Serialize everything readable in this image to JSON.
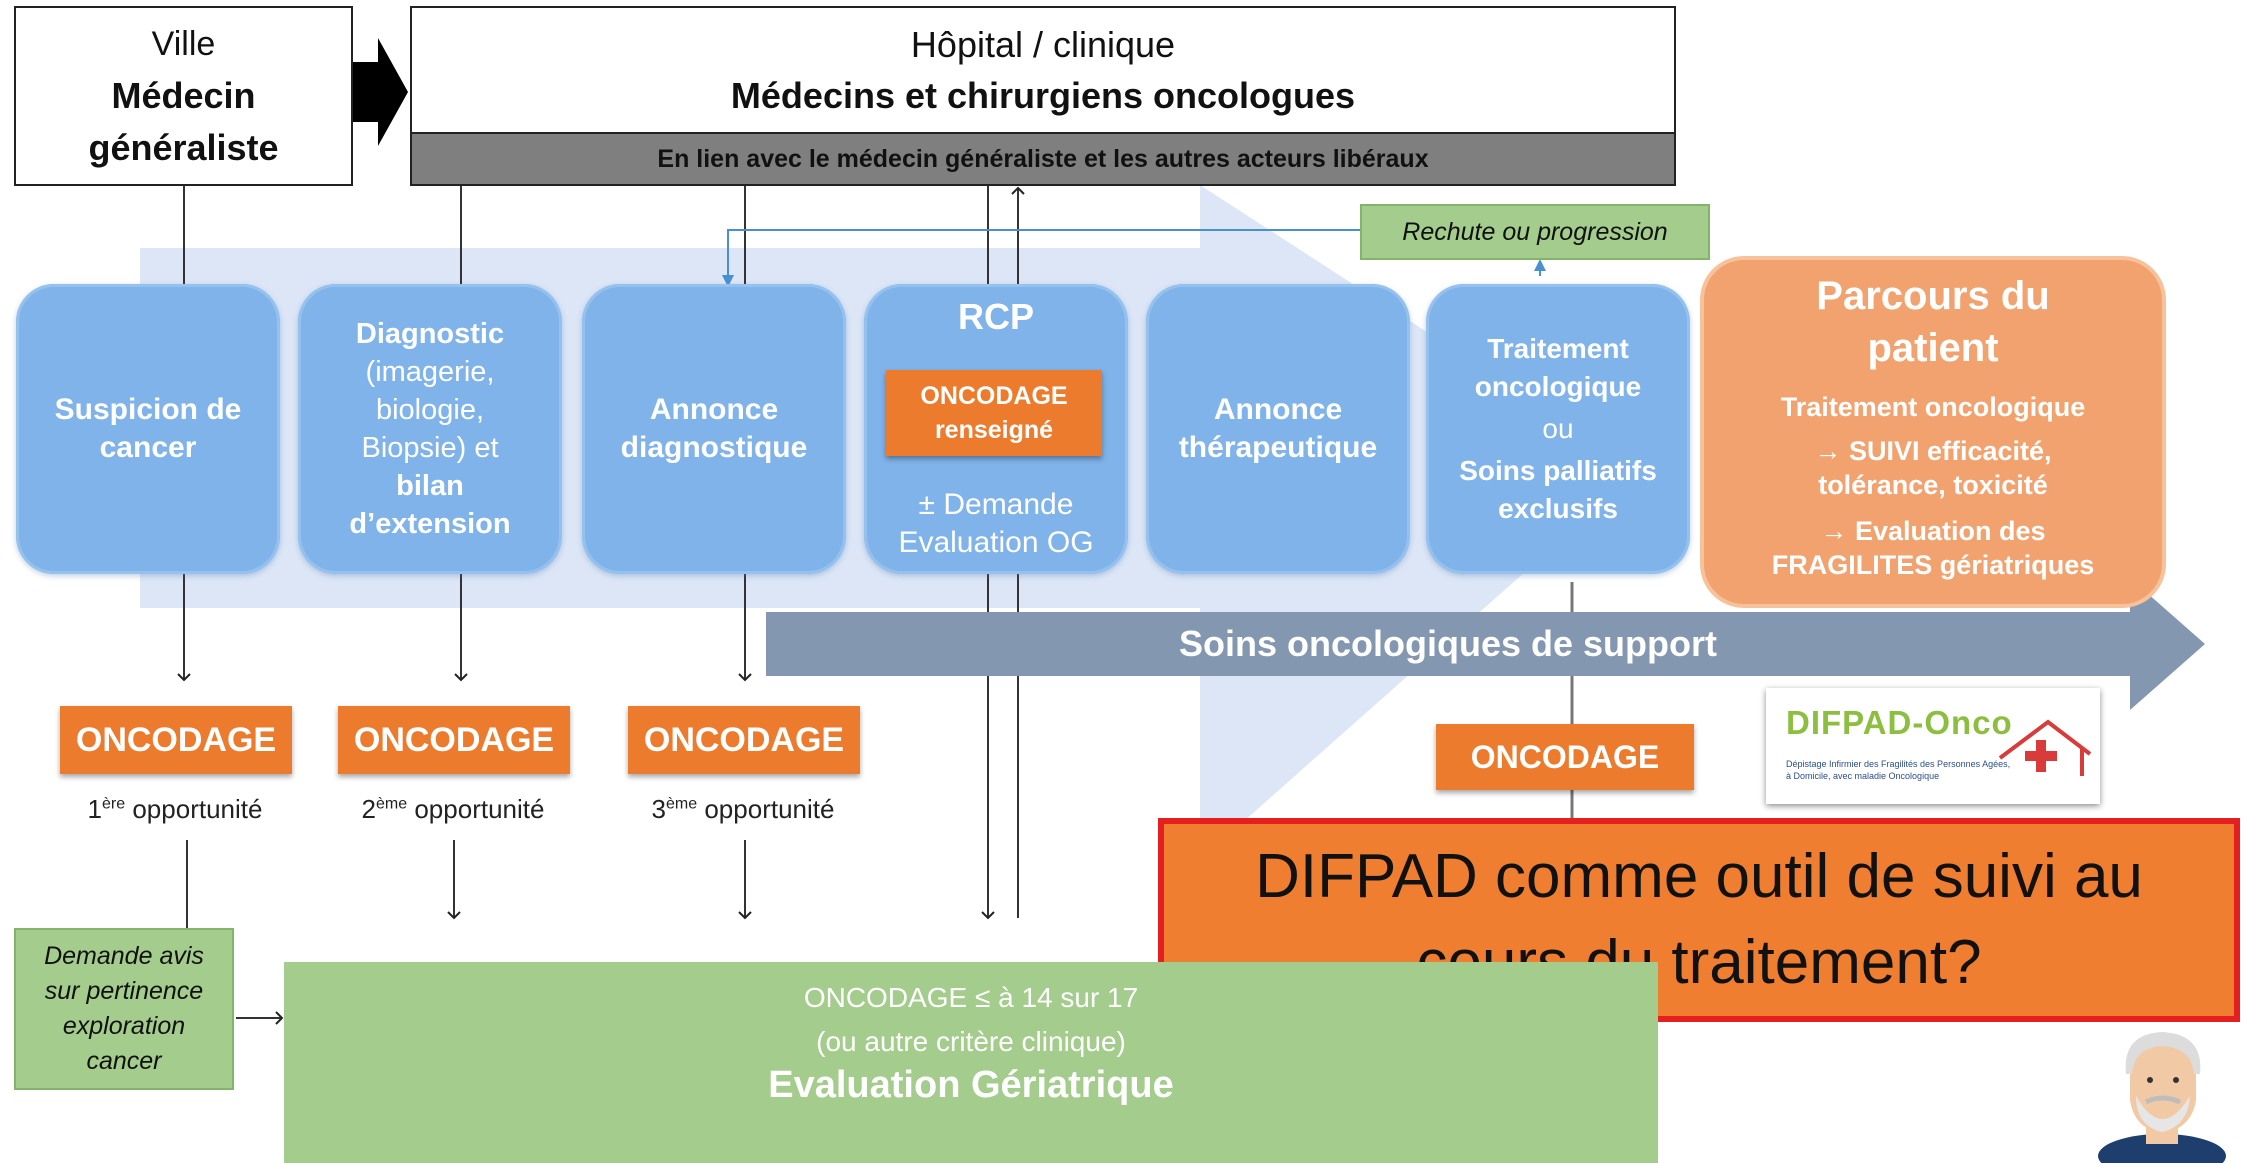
{
  "ville": {
    "line1": "Ville",
    "line2": "Médecin",
    "line3": "généraliste"
  },
  "hospital": {
    "title": "Hôpital / clinique",
    "subtitle": "Médecins et chirurgiens oncologues",
    "link_text": "En lien avec le médecin généraliste et les autres acteurs libéraux"
  },
  "rechute": "Rechute ou progression",
  "steps": {
    "suspicion": [
      "Suspicion de",
      "cancer"
    ],
    "diagnostic": {
      "title": "Diagnostic",
      "l1": "(imagerie,",
      "l2": "biologie,",
      "l3": "Biopsie) et",
      "l4": "bilan",
      "l5": "d’extension"
    },
    "annonce_diag": [
      "Annonce",
      "diagnostique"
    ],
    "rcp": {
      "title": "RCP",
      "badge1": "ONCODAGE",
      "badge2": "renseigné",
      "l1": "± Demande",
      "l2": "Evaluation OG"
    },
    "annonce_ther": [
      "Annonce",
      "thérapeutique"
    ],
    "traitement": {
      "l1": "Traitement",
      "l2": "oncologique",
      "ou": "ou",
      "l3": "Soins palliatifs",
      "l4": "exclusifs"
    }
  },
  "parcours": {
    "title1": "Parcours du",
    "title2": "patient",
    "line1": "Traitement oncologique",
    "line2": "→ SUIVI efficacité,",
    "line3": "tolérance, toxicité",
    "line4": "→ Evaluation des",
    "line5": "FRAGILITES gériatriques"
  },
  "support_arrow": "Soins oncologiques de support",
  "oncodage_label": "ONCODAGE",
  "opportunities": [
    {
      "num": "1",
      "sup": "ère",
      "text": " opportunité"
    },
    {
      "num": "2",
      "sup": "ème",
      "text": " opportunité"
    },
    {
      "num": "3",
      "sup": "ème",
      "text": " opportunité"
    }
  ],
  "logo": {
    "name": "DIFPAD-Onco",
    "tagline1": "Dépistage Infirmier des Fragilités des Personnes Agées,",
    "tagline2": "à Domicile, avec maladie Oncologique"
  },
  "banner": {
    "line1": "DIFPAD  comme outil de suivi au",
    "line2": "cours du traitement?"
  },
  "demande_avis": [
    "Demande avis",
    "sur pertinence",
    "exploration",
    "cancer"
  ],
  "evaluation": {
    "line1": "ONCODAGE ≤ à 14 sur 17",
    "line2": "(ou autre critère clinique)",
    "title": "Evaluation Gériatrique"
  },
  "colors": {
    "step_blue": "#7fb3ea",
    "oncodage_orange": "#ec7b2d",
    "green": "#a4cc8d",
    "support_arrow": "#8497b0",
    "banner_border": "#e51f1f"
  }
}
